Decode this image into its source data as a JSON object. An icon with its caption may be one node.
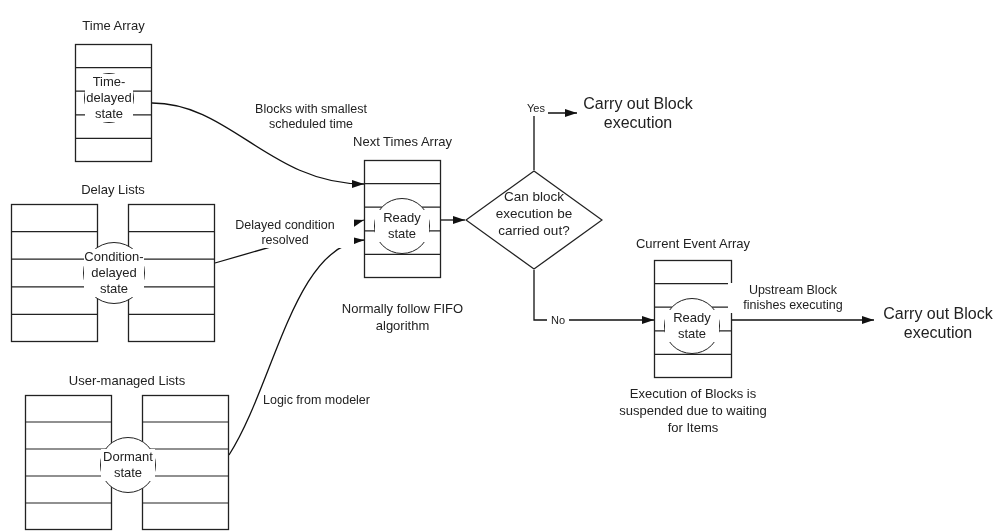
{
  "diagram": {
    "nodes": [
      {
        "text": [
          "Time Array"
        ]
      },
      {
        "text": [
          "Time-delayed state"
        ],
        "in": 0
      },
      {
        "text": [
          "Delay Lists"
        ]
      },
      {
        "text": [
          "Condition-delayed state"
        ],
        "in": 2
      },
      {
        "text": [
          "User-managed Lists"
        ]
      },
      {
        "text": [
          "Dormant state"
        ],
        "in": 4
      },
      {
        "text": [
          "Next Times Array"
        ],
        "beside": [
          "Normally follow FIFO algorithm"
        ]
      },
      {
        "text": [
          "Ready state"
        ],
        "in": 6
      },
      {
        "text": [
          "Can block execution be carried out?"
        ]
      },
      {
        "text": [
          "Carry out Block execution"
        ]
      },
      {
        "text": [
          "Current Event Array"
        ],
        "beside": [
          "Execution of Blocks is suspended due to waiting for Items"
        ]
      },
      {
        "text": [
          "Ready state"
        ],
        "in": 10
      },
      {
        "text": [
          "Carry out Block execution"
        ]
      }
    ],
    "edges": [
      {
        "from": 0,
        "to": 6,
        "arrow": "to",
        "label": "Blocks with smallest scheduled time"
      },
      {
        "from": 2,
        "to": 6,
        "arrow": "to",
        "label": "Delayed condition resolved"
      },
      {
        "from": 4,
        "to": 6,
        "arrow": "to",
        "label": "Logic from modeler"
      },
      {
        "from": 6,
        "to": 8,
        "arrow": "to"
      },
      {
        "from": 8,
        "to": 9,
        "arrow": "to",
        "label": "Yes"
      },
      {
        "from": 8,
        "to": 10,
        "arrow": "to",
        "label": "No"
      },
      {
        "from": 10,
        "to": 12,
        "arrow": "to",
        "label": "Upstream Block finishes executing"
      }
    ]
  }
}
